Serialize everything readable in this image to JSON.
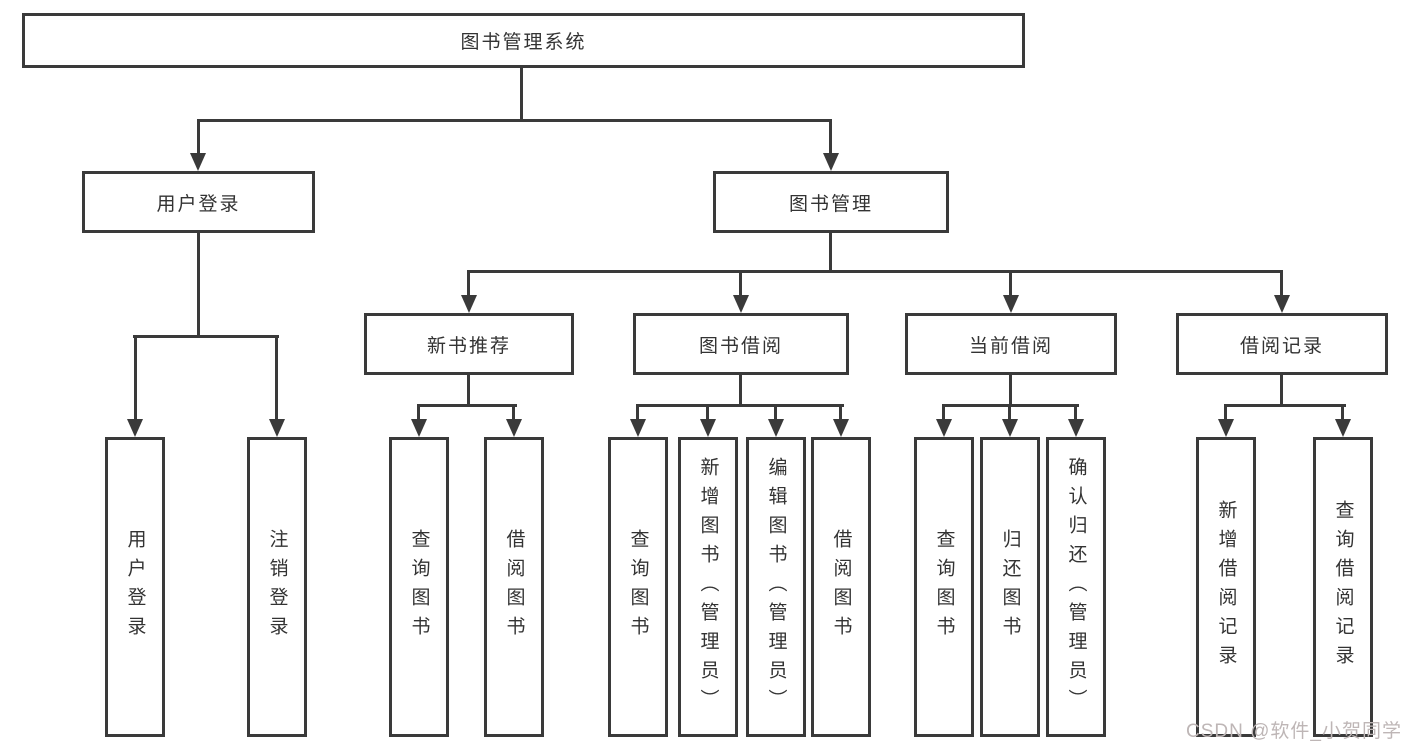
{
  "tree": {
    "root": {
      "label": "图书管理系统"
    },
    "branches": [
      {
        "label": "用户登录",
        "children": [
          {
            "label": "用户登录"
          },
          {
            "label": "注销登录"
          }
        ]
      },
      {
        "label": "图书管理",
        "children": [
          {
            "label": "新书推荐",
            "children": [
              {
                "label": "查询图书"
              },
              {
                "label": "借阅图书"
              }
            ]
          },
          {
            "label": "图书借阅",
            "children": [
              {
                "label": "查询图书"
              },
              {
                "label": "新增图书（管理员）"
              },
              {
                "label": "编辑图书（管理员）"
              },
              {
                "label": "借阅图书"
              }
            ]
          },
          {
            "label": "当前借阅",
            "children": [
              {
                "label": "查询图书"
              },
              {
                "label": "归还图书"
              },
              {
                "label": "确认归还（管理员）"
              }
            ]
          },
          {
            "label": "借阅记录",
            "children": [
              {
                "label": "新增借阅记录"
              },
              {
                "label": "查询借阅记录"
              }
            ]
          }
        ]
      }
    ]
  },
  "watermark": {
    "text": "CSDN @软件_小贺同学"
  },
  "colors": {
    "line": "#3a3a3a",
    "box_border": "#3a3a3a",
    "box_fill": "#ffffff",
    "text": "#333333",
    "watermark": "#beb6b6",
    "background": "#ffffff"
  }
}
